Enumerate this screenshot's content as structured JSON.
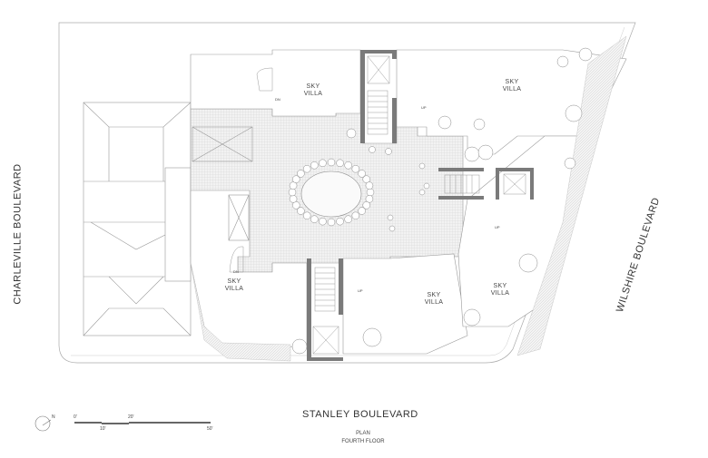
{
  "streets": {
    "west": "CHARLEVILLE BOULEVARD",
    "east": "WILSHIRE BOULEVARD",
    "south": "STANLEY BOULEVARD"
  },
  "title": {
    "line1": "PLAN",
    "line2": "FOURTH FLOOR"
  },
  "rooms": [
    {
      "line1": "SKY",
      "line2": "VILLA"
    },
    {
      "line1": "SKY",
      "line2": "VILLA"
    },
    {
      "line1": "SKY",
      "line2": "VILLA"
    },
    {
      "line1": "SKY",
      "line2": "VILLA"
    },
    {
      "line1": "SKY",
      "line2": "VILLA"
    }
  ],
  "stair_labels": [
    "DN",
    "UP",
    "DN",
    "UP",
    "UP"
  ],
  "scale_bar": {
    "ticks": [
      "0'",
      "10'",
      "20'",
      "50'"
    ]
  },
  "north_arrow": "N",
  "colors": {
    "core": "#7a7a7a",
    "line": "#999999",
    "hatch": "#d6d6d6"
  }
}
